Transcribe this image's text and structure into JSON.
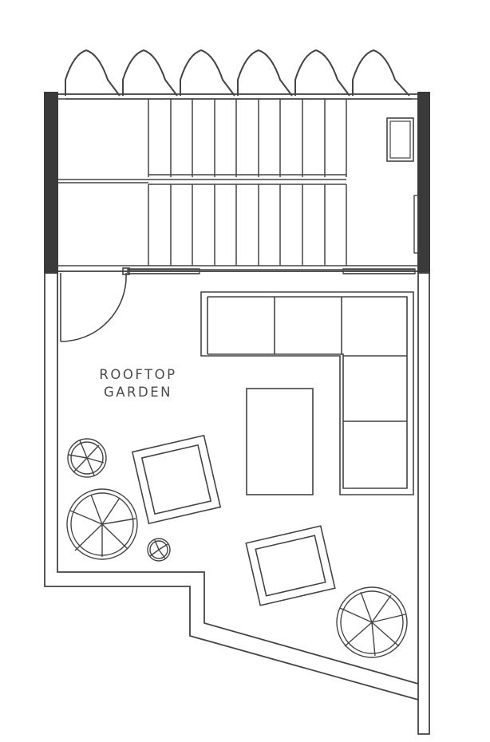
{
  "room": {
    "name_line1": "ROOFTOP",
    "name_line2": "GARDEN"
  },
  "colors": {
    "line": "#444444",
    "wall_fill": "#3a3a3a",
    "background": "#ffffff"
  },
  "elements": {
    "skylights": 6,
    "stair_flights": 2,
    "sofa": "l-shaped-sectional",
    "coffee_table": 1,
    "armchairs": 2,
    "potted_plants": 4
  }
}
